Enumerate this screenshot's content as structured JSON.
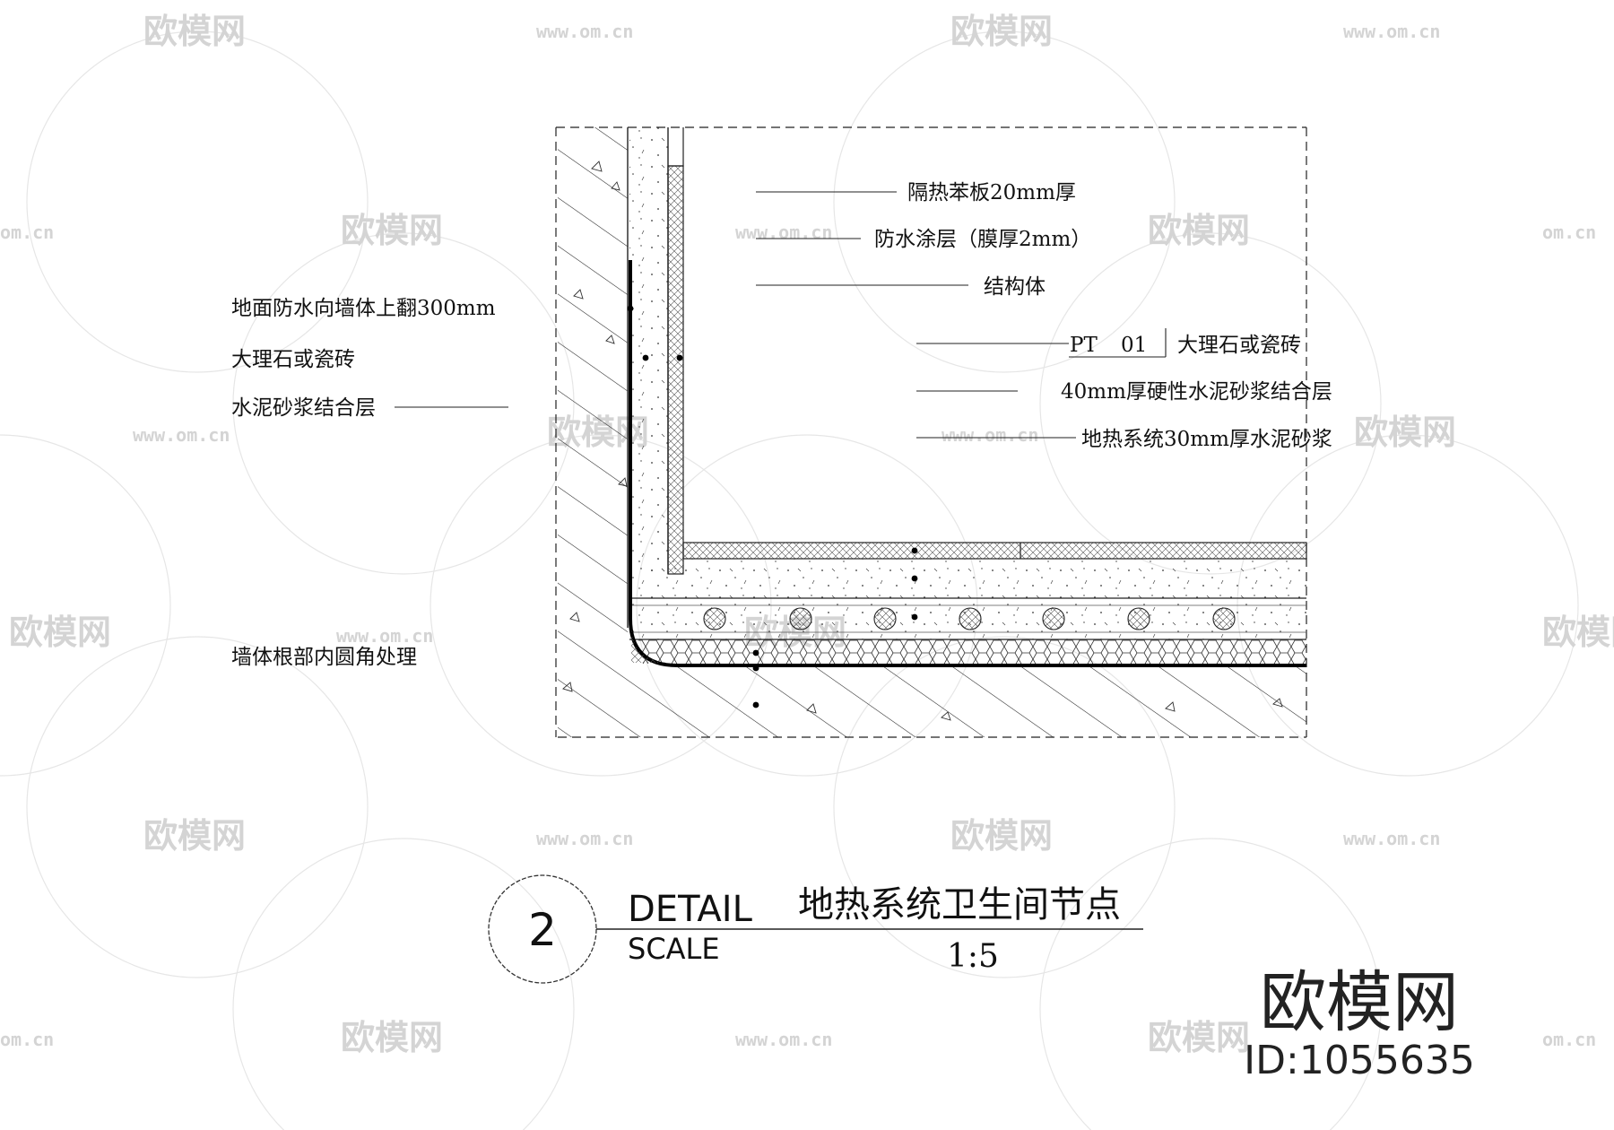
{
  "watermark": {
    "brand": "欧模网",
    "url": "www.om.cn",
    "url_short": "om.cn"
  },
  "annotations": {
    "right": [
      "隔热苯板20mm厚",
      "防水涂层（膜厚2mm）",
      "结构体",
      "大理石或瓷砖",
      "40mm厚硬性水泥砂浆结合层",
      "地热系统30mm厚水泥砂浆"
    ],
    "tag": {
      "code": "PT",
      "number": "01"
    },
    "left": [
      "地面防水向墙体上翻300mm",
      "大理石或瓷砖",
      "水泥砂浆结合层",
      "墙体根部内圆角处理"
    ]
  },
  "title_block": {
    "number": "2",
    "detail_label": "DETAIL",
    "scale_label": "SCALE",
    "title": "地热系统卫生间节点",
    "scale": "1:5"
  },
  "corner_brand": {
    "name": "欧模网",
    "id": "ID:1055635"
  },
  "colors": {
    "line": "#111111",
    "watermark": "#d4d4d4"
  }
}
